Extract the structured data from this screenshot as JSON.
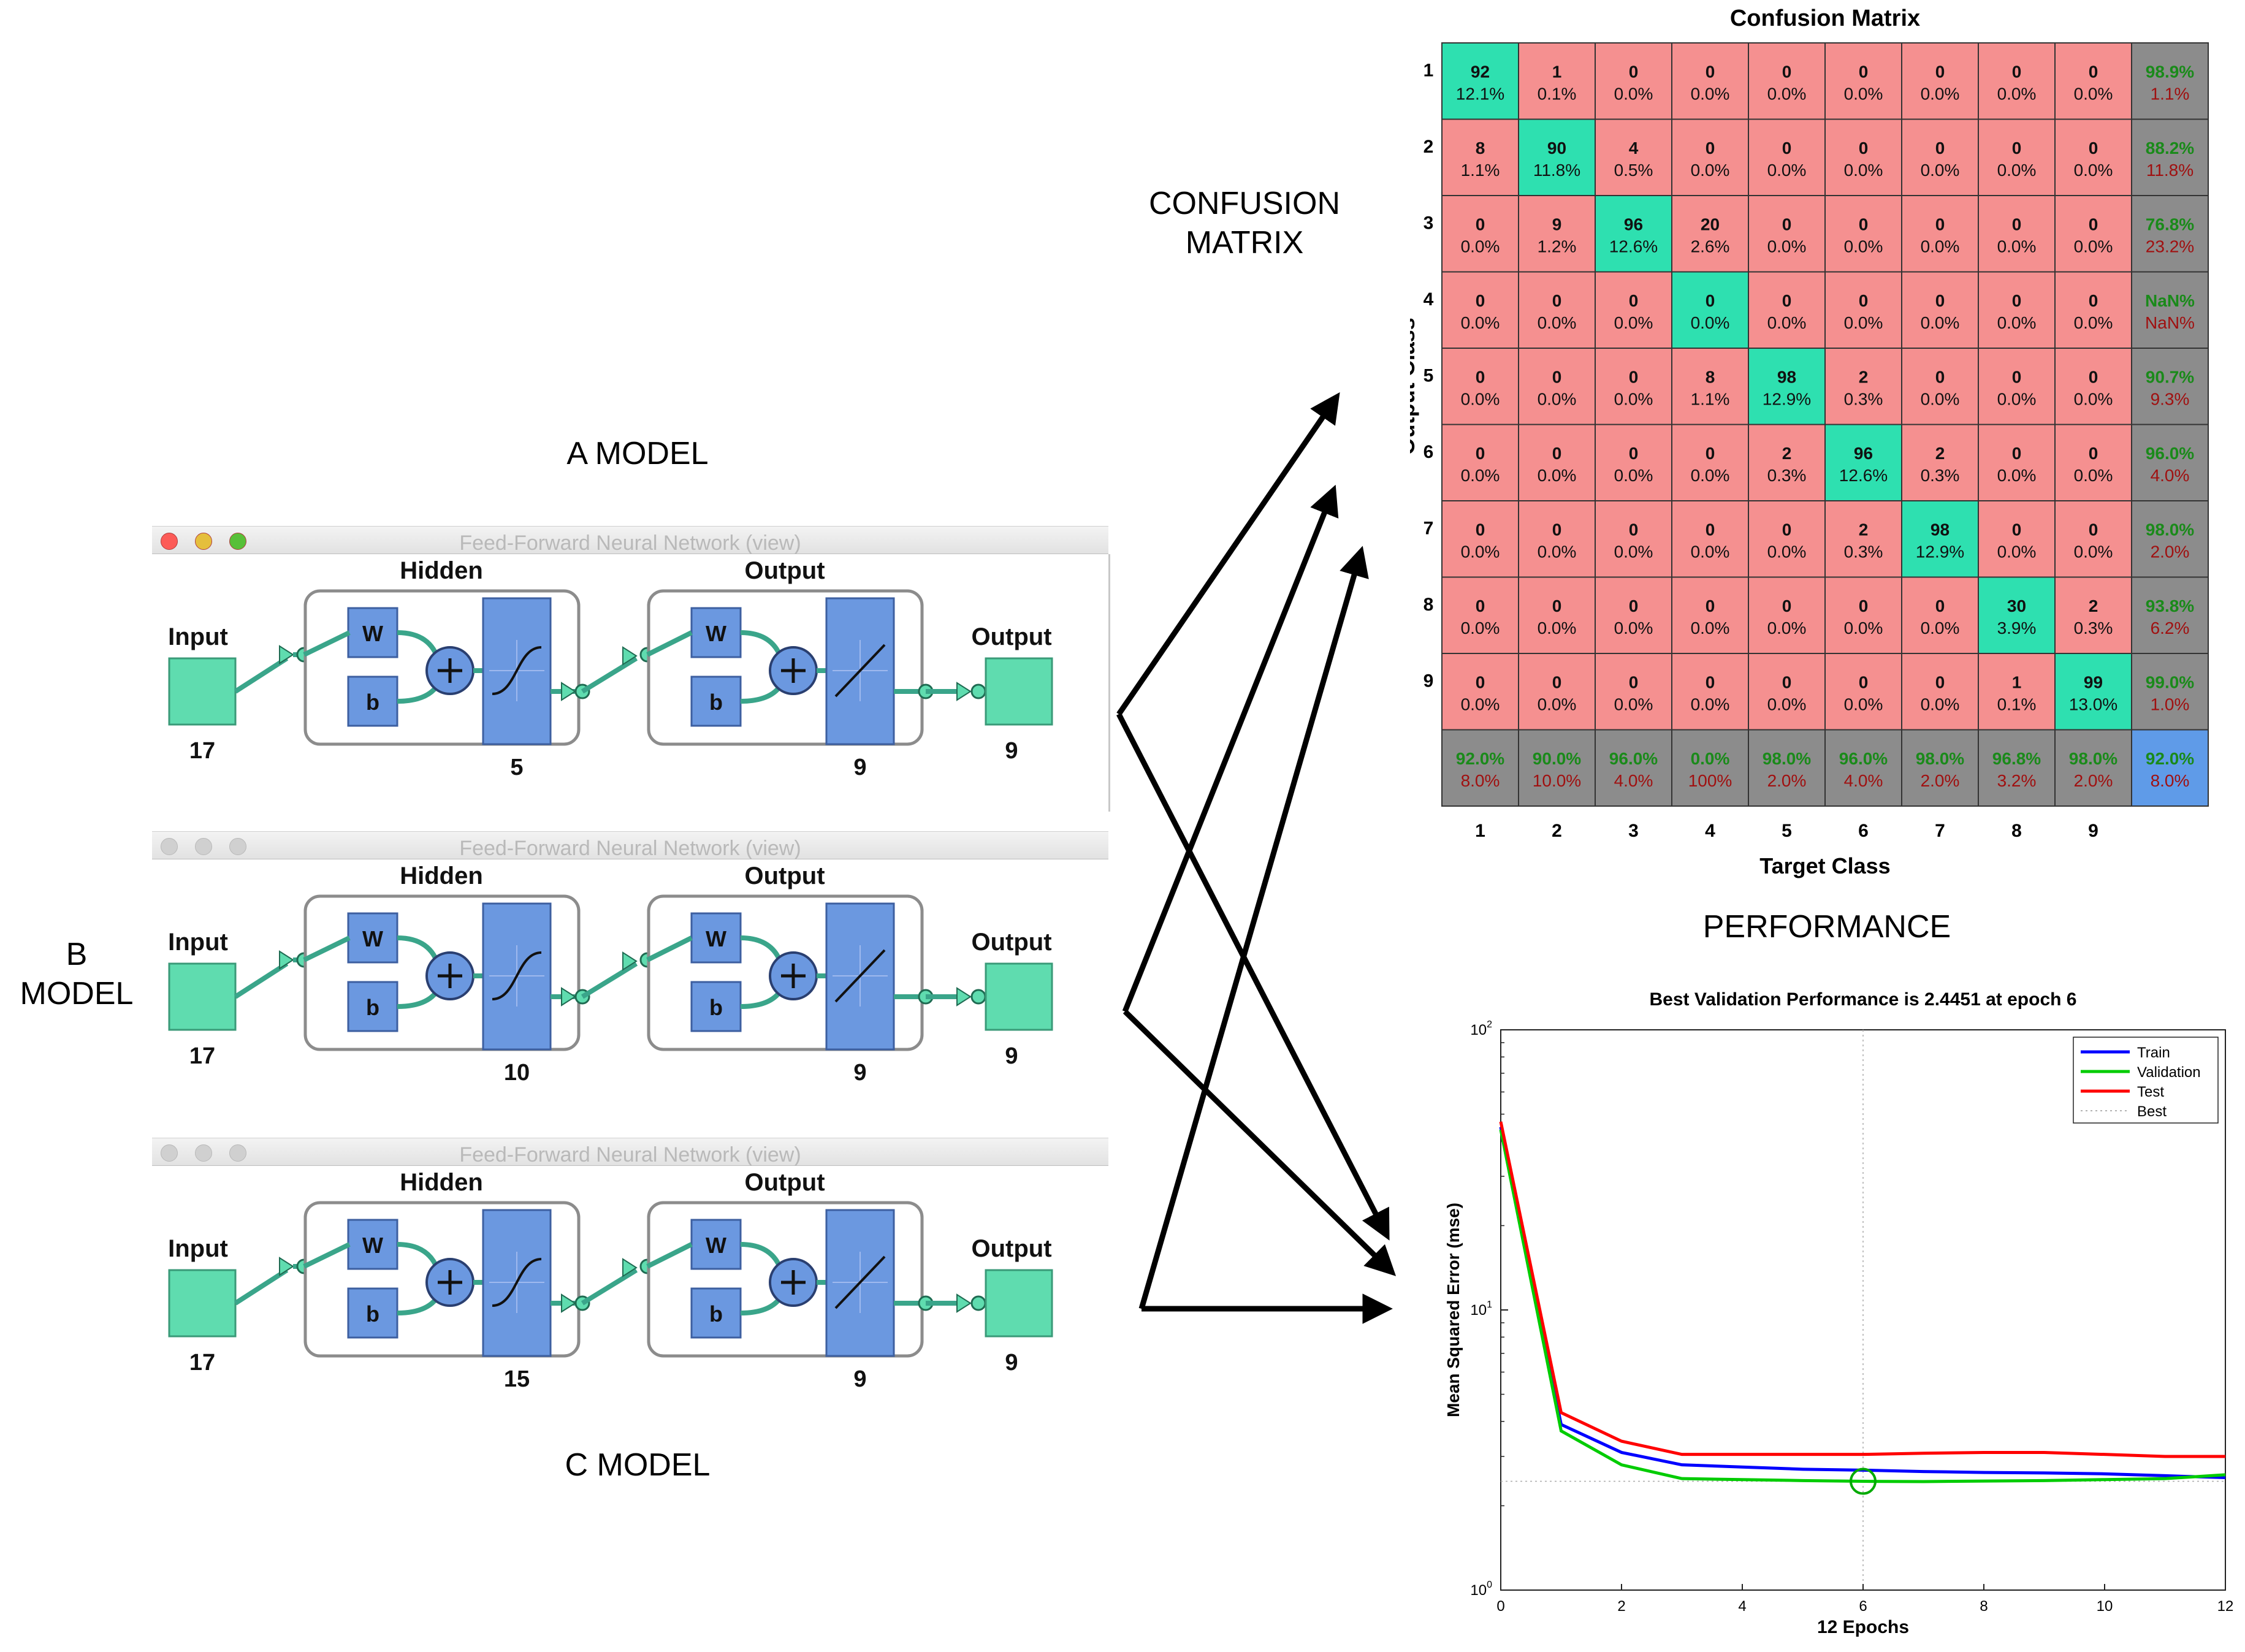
{
  "captions": {
    "a_model": "A MODEL",
    "b_model_line1": "B",
    "b_model_line2": "MODEL",
    "c_model": "C MODEL",
    "confusion_line1": "CONFUSION",
    "confusion_line2": "MATRIX",
    "performance": "PERFORMANCE"
  },
  "windows": [
    {
      "title": "Feed-Forward Neural Network (view)",
      "active": true,
      "input_label": "Input",
      "input_size": "17",
      "hidden_label": "Hidden",
      "hidden_size": "5",
      "output_layer_label": "Output",
      "output_layer_size": "9",
      "output_label": "Output",
      "output_size": "9",
      "w": "W",
      "b": "b"
    },
    {
      "title": "Feed-Forward Neural Network (view)",
      "active": false,
      "input_label": "Input",
      "input_size": "17",
      "hidden_label": "Hidden",
      "hidden_size": "10",
      "output_layer_label": "Output",
      "output_layer_size": "9",
      "output_label": "Output",
      "output_size": "9",
      "w": "W",
      "b": "b"
    },
    {
      "title": "Feed-Forward Neural Network (view)",
      "active": false,
      "input_label": "Input",
      "input_size": "17",
      "hidden_label": "Hidden",
      "hidden_size": "15",
      "output_layer_label": "Output",
      "output_layer_size": "9",
      "output_label": "Output",
      "output_size": "9",
      "w": "W",
      "b": "b"
    }
  ],
  "colors": {
    "correct": "#2ee0b0",
    "incorrect": "#f59090",
    "summary": "#8c8c8c",
    "overall": "#5f9be8",
    "good_text": "#1a8a1a",
    "bad_text": "#a01010",
    "layer_box": "#6b98e0",
    "node_green": "#5fdcaf"
  },
  "chart_data": [
    {
      "type": "heatmap",
      "title": "Confusion Matrix",
      "xlabel": "Target Class",
      "ylabel": "Output Class",
      "x_ticks": [
        "1",
        "2",
        "3",
        "4",
        "5",
        "6",
        "7",
        "8",
        "9"
      ],
      "y_ticks": [
        "1",
        "2",
        "3",
        "4",
        "5",
        "6",
        "7",
        "8",
        "9"
      ],
      "counts": [
        [
          "92",
          "1",
          "0",
          "0",
          "0",
          "0",
          "0",
          "0",
          "0"
        ],
        [
          "8",
          "90",
          "4",
          "0",
          "0",
          "0",
          "0",
          "0",
          "0"
        ],
        [
          "0",
          "9",
          "96",
          "20",
          "0",
          "0",
          "0",
          "0",
          "0"
        ],
        [
          "0",
          "0",
          "0",
          "0",
          "0",
          "0",
          "0",
          "0",
          "0"
        ],
        [
          "0",
          "0",
          "0",
          "8",
          "98",
          "2",
          "0",
          "0",
          "0"
        ],
        [
          "0",
          "0",
          "0",
          "0",
          "2",
          "96",
          "2",
          "0",
          "0"
        ],
        [
          "0",
          "0",
          "0",
          "0",
          "0",
          "2",
          "98",
          "0",
          "0"
        ],
        [
          "0",
          "0",
          "0",
          "0",
          "0",
          "0",
          "0",
          "30",
          "2"
        ],
        [
          "0",
          "0",
          "0",
          "0",
          "0",
          "0",
          "0",
          "1",
          "99"
        ]
      ],
      "percents": [
        [
          "12.1%",
          "0.1%",
          "0.0%",
          "0.0%",
          "0.0%",
          "0.0%",
          "0.0%",
          "0.0%",
          "0.0%"
        ],
        [
          "1.1%",
          "11.8%",
          "0.5%",
          "0.0%",
          "0.0%",
          "0.0%",
          "0.0%",
          "0.0%",
          "0.0%"
        ],
        [
          "0.0%",
          "1.2%",
          "12.6%",
          "2.6%",
          "0.0%",
          "0.0%",
          "0.0%",
          "0.0%",
          "0.0%"
        ],
        [
          "0.0%",
          "0.0%",
          "0.0%",
          "0.0%",
          "0.0%",
          "0.0%",
          "0.0%",
          "0.0%",
          "0.0%"
        ],
        [
          "0.0%",
          "0.0%",
          "0.0%",
          "1.1%",
          "12.9%",
          "0.3%",
          "0.0%",
          "0.0%",
          "0.0%"
        ],
        [
          "0.0%",
          "0.0%",
          "0.0%",
          "0.0%",
          "0.3%",
          "12.6%",
          "0.3%",
          "0.0%",
          "0.0%"
        ],
        [
          "0.0%",
          "0.0%",
          "0.0%",
          "0.0%",
          "0.0%",
          "0.3%",
          "12.9%",
          "0.0%",
          "0.0%"
        ],
        [
          "0.0%",
          "0.0%",
          "0.0%",
          "0.0%",
          "0.0%",
          "0.0%",
          "0.0%",
          "3.9%",
          "0.3%"
        ],
        [
          "0.0%",
          "0.0%",
          "0.0%",
          "0.0%",
          "0.0%",
          "0.0%",
          "0.0%",
          "0.1%",
          "13.0%"
        ]
      ],
      "row_summary": [
        [
          "98.9%",
          "1.1%"
        ],
        [
          "88.2%",
          "11.8%"
        ],
        [
          "76.8%",
          "23.2%"
        ],
        [
          "NaN%",
          "NaN%"
        ],
        [
          "90.7%",
          "9.3%"
        ],
        [
          "96.0%",
          "4.0%"
        ],
        [
          "98.0%",
          "2.0%"
        ],
        [
          "93.8%",
          "6.2%"
        ],
        [
          "99.0%",
          "1.0%"
        ]
      ],
      "col_summary": [
        [
          "92.0%",
          "8.0%"
        ],
        [
          "90.0%",
          "10.0%"
        ],
        [
          "96.0%",
          "4.0%"
        ],
        [
          "0.0%",
          "100%"
        ],
        [
          "98.0%",
          "2.0%"
        ],
        [
          "96.0%",
          "4.0%"
        ],
        [
          "98.0%",
          "2.0%"
        ],
        [
          "96.8%",
          "3.2%"
        ],
        [
          "98.0%",
          "2.0%"
        ]
      ],
      "overall": [
        "92.0%",
        "8.0%"
      ]
    },
    {
      "type": "line",
      "title": "Best Validation Performance is 2.4451 at epoch 6",
      "xlabel": "12 Epochs",
      "ylabel": "Mean Squared Error  (mse)",
      "y_scale": "log",
      "xlim": [
        0,
        12
      ],
      "ylim": [
        1,
        100
      ],
      "x_ticks": [
        "0",
        "2",
        "4",
        "6",
        "8",
        "10",
        "12"
      ],
      "y_tick_base": "10",
      "y_tick_exps": [
        "0",
        "1",
        "2"
      ],
      "x": [
        0,
        1,
        2,
        3,
        4,
        5,
        6,
        7,
        8,
        9,
        10,
        11,
        12
      ],
      "series": [
        {
          "name": "Train",
          "color": "#0000ff",
          "values": [
            45,
            3.9,
            3.1,
            2.8,
            2.75,
            2.7,
            2.68,
            2.65,
            2.63,
            2.62,
            2.6,
            2.56,
            2.52
          ]
        },
        {
          "name": "Validation",
          "color": "#00cc00",
          "values": [
            44,
            3.7,
            2.8,
            2.5,
            2.48,
            2.46,
            2.4451,
            2.44,
            2.45,
            2.46,
            2.48,
            2.5,
            2.58
          ]
        },
        {
          "name": "Test",
          "color": "#ff0000",
          "values": [
            47,
            4.3,
            3.4,
            3.05,
            3.05,
            3.05,
            3.05,
            3.08,
            3.1,
            3.1,
            3.05,
            3.0,
            3.0
          ]
        }
      ],
      "best_name": "Best",
      "best": {
        "epoch": 6,
        "value": 2.4451
      },
      "legend_position": "top-right",
      "grid": false
    }
  ]
}
